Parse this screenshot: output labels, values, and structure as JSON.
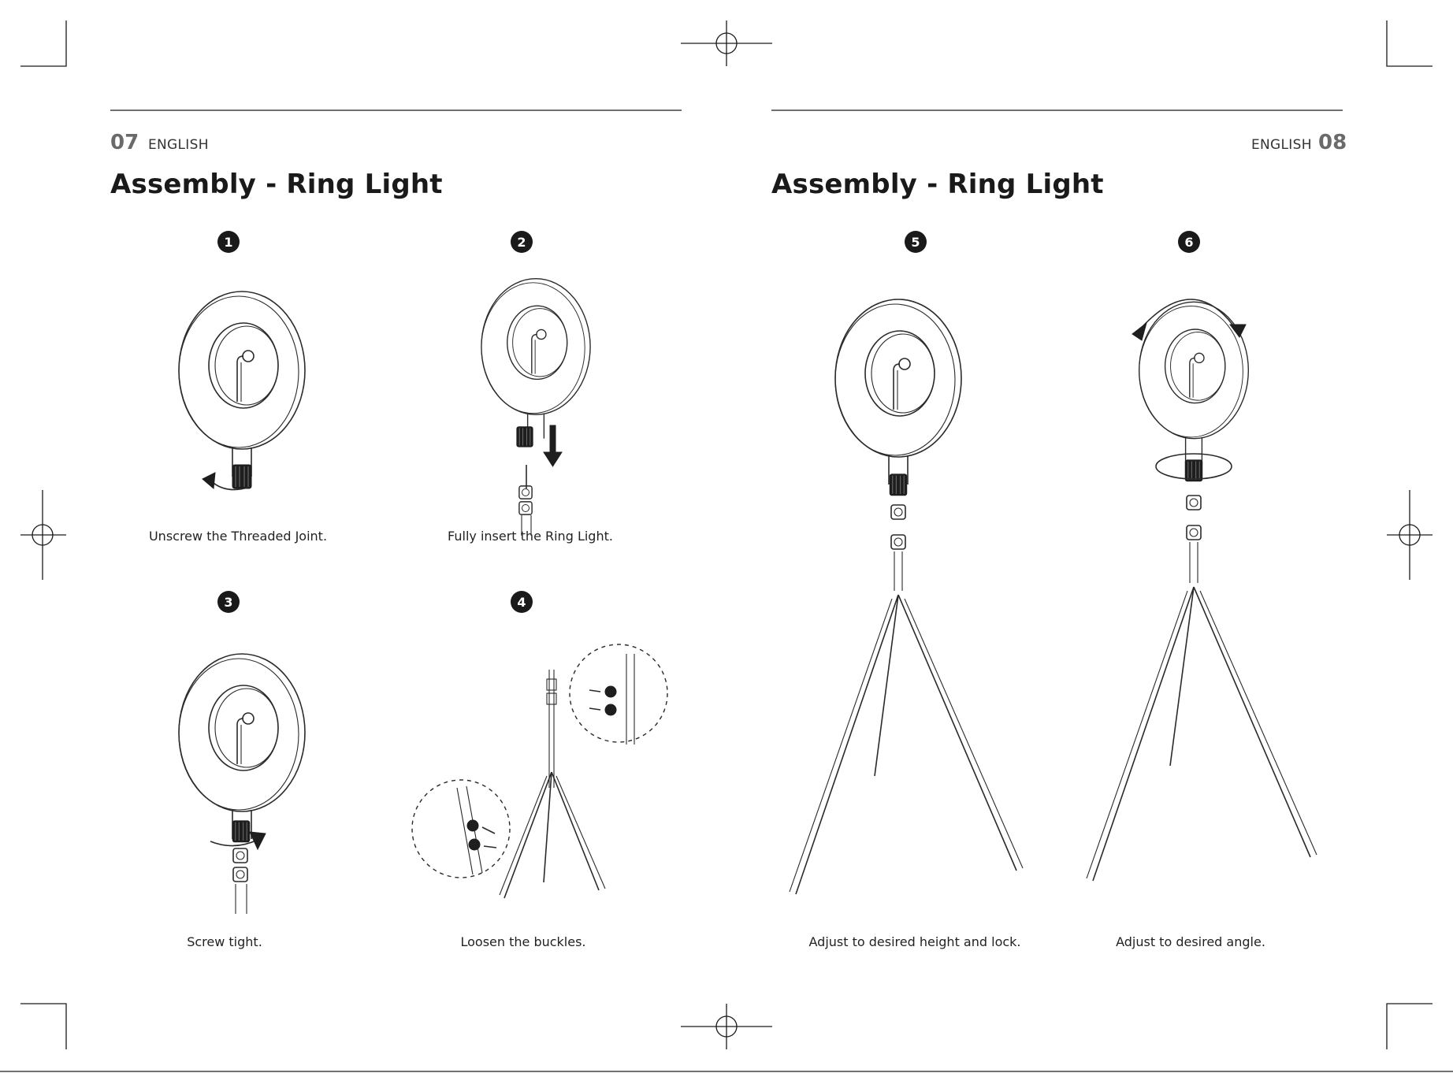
{
  "left_page": {
    "page_number": "07",
    "language": "ENGLISH",
    "title": "Assembly - Ring Light"
  },
  "right_page": {
    "page_number": "08",
    "language": "ENGLISH",
    "title": "Assembly - Ring Light"
  },
  "steps": [
    {
      "number": "1",
      "caption": "Unscrew the Threaded Joint."
    },
    {
      "number": "2",
      "caption": "Fully insert the Ring Light."
    },
    {
      "number": "3",
      "caption": "Screw tight."
    },
    {
      "number": "4",
      "caption": "Loosen the buckles."
    },
    {
      "number": "5",
      "caption": "Adjust to desired height and lock."
    },
    {
      "number": "6",
      "caption": "Adjust to desired angle."
    }
  ]
}
